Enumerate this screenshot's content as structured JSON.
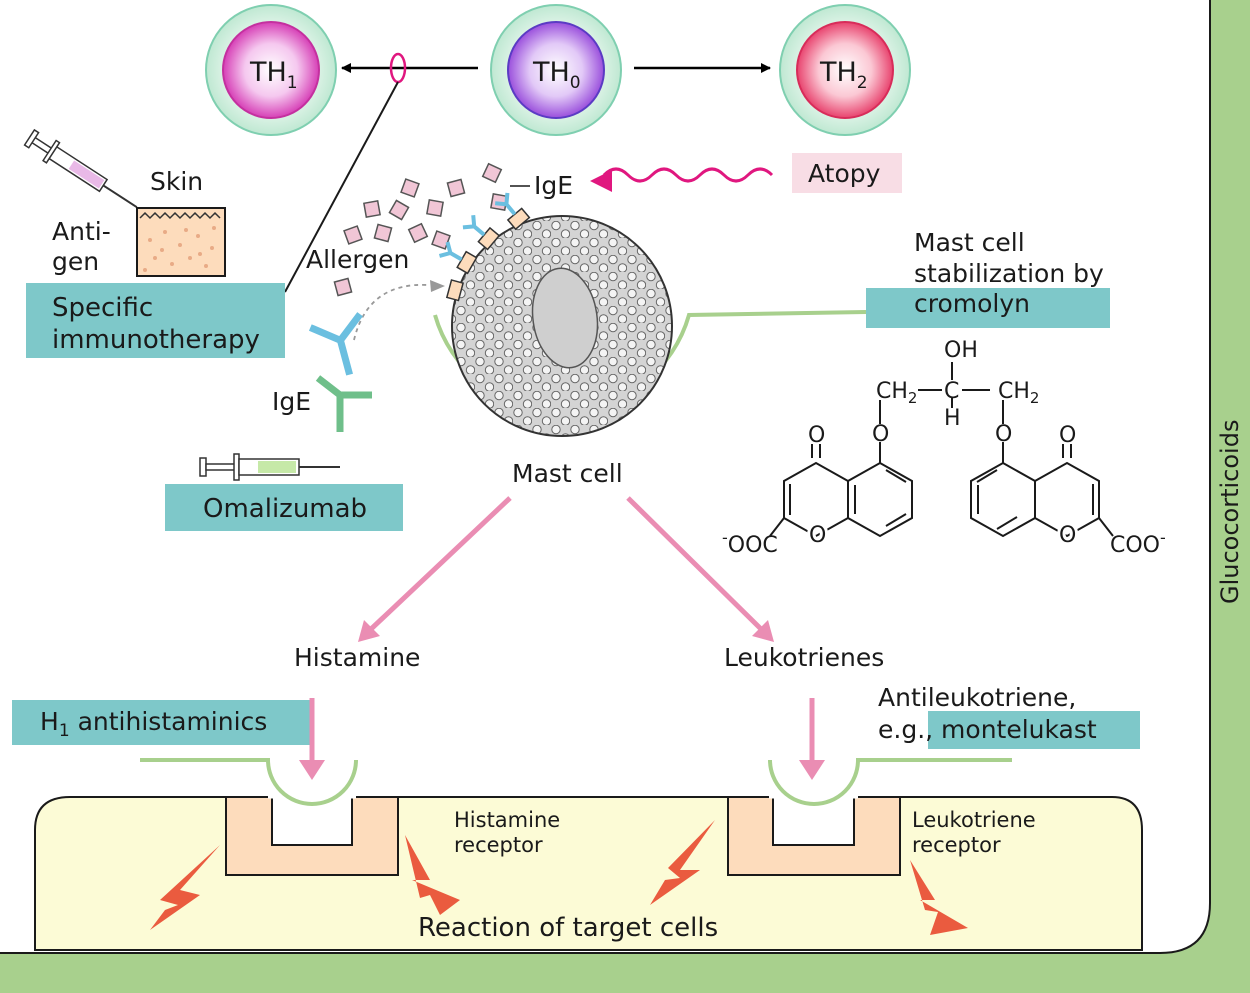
{
  "th_cells": {
    "th1": {
      "base": "TH",
      "sub": "1"
    },
    "th0": {
      "base": "TH",
      "sub": "0"
    },
    "th2": {
      "base": "TH",
      "sub": "2"
    }
  },
  "labels": {
    "skin": "Skin",
    "antigen_line1": "Anti-",
    "antigen_line2": "gen",
    "allergen": "Allergen",
    "ige_top": "IgE",
    "ige_left": "IgE",
    "atopy": "Atopy",
    "mast_cell": "Mast cell",
    "histamine": "Histamine",
    "leukotrienes": "Leukotrienes",
    "histamine_receptor_line1": "Histamine",
    "histamine_receptor_line2": "receptor",
    "leukotriene_receptor_line1": "Leukotriene",
    "leukotriene_receptor_line2": "receptor",
    "reaction": "Reaction of target cells",
    "glucocorticoids": "Glucocorticoids"
  },
  "therapies": {
    "specific_immunotherapy_line1": "Specific",
    "specific_immunotherapy_line2": "immunotherapy",
    "omalizumab": "Omalizumab",
    "cromolyn_line1": "Mast cell",
    "cromolyn_line2": "stabilization by",
    "cromolyn_line3": "cromolyn",
    "h1_prefix": "H",
    "h1_sub": "1",
    "h1_suffix": " antihistaminics",
    "antileuk_line1": "Antileukotriene,",
    "antileuk_line2_prefix": "e.g.,",
    "antileuk_line2_drug": " montelukast"
  },
  "chemistry": {
    "oh": "OH",
    "ch2_left": "CH",
    "ch2_right": "CH",
    "two": "2",
    "c": "C",
    "h": "H",
    "o_carbonyl_left": "O",
    "o_carbonyl_right": "O",
    "o_ether_left": "O",
    "o_ether_right": "O",
    "o_ring_left": "O",
    "o_ring_right": "O",
    "carboxylate_left": "OOC",
    "carboxylate_right": "COO",
    "minus": "-"
  },
  "colors": {
    "therapy_box": "#7ec8c9",
    "atopy_box": "#f8dde5",
    "glucocorticoid_green": "#a8d08d",
    "target_cell_fill": "#fcfbd6",
    "receptor_fill": "#fddcbc",
    "pink_arrow": "#ea8db3",
    "magenta": "#e0177f",
    "lightning": "#ea5b3f",
    "ige_blue": "#6bbfe0",
    "ige_green": "#6fbf8a",
    "allergen_pink": "#f1c6d6"
  }
}
